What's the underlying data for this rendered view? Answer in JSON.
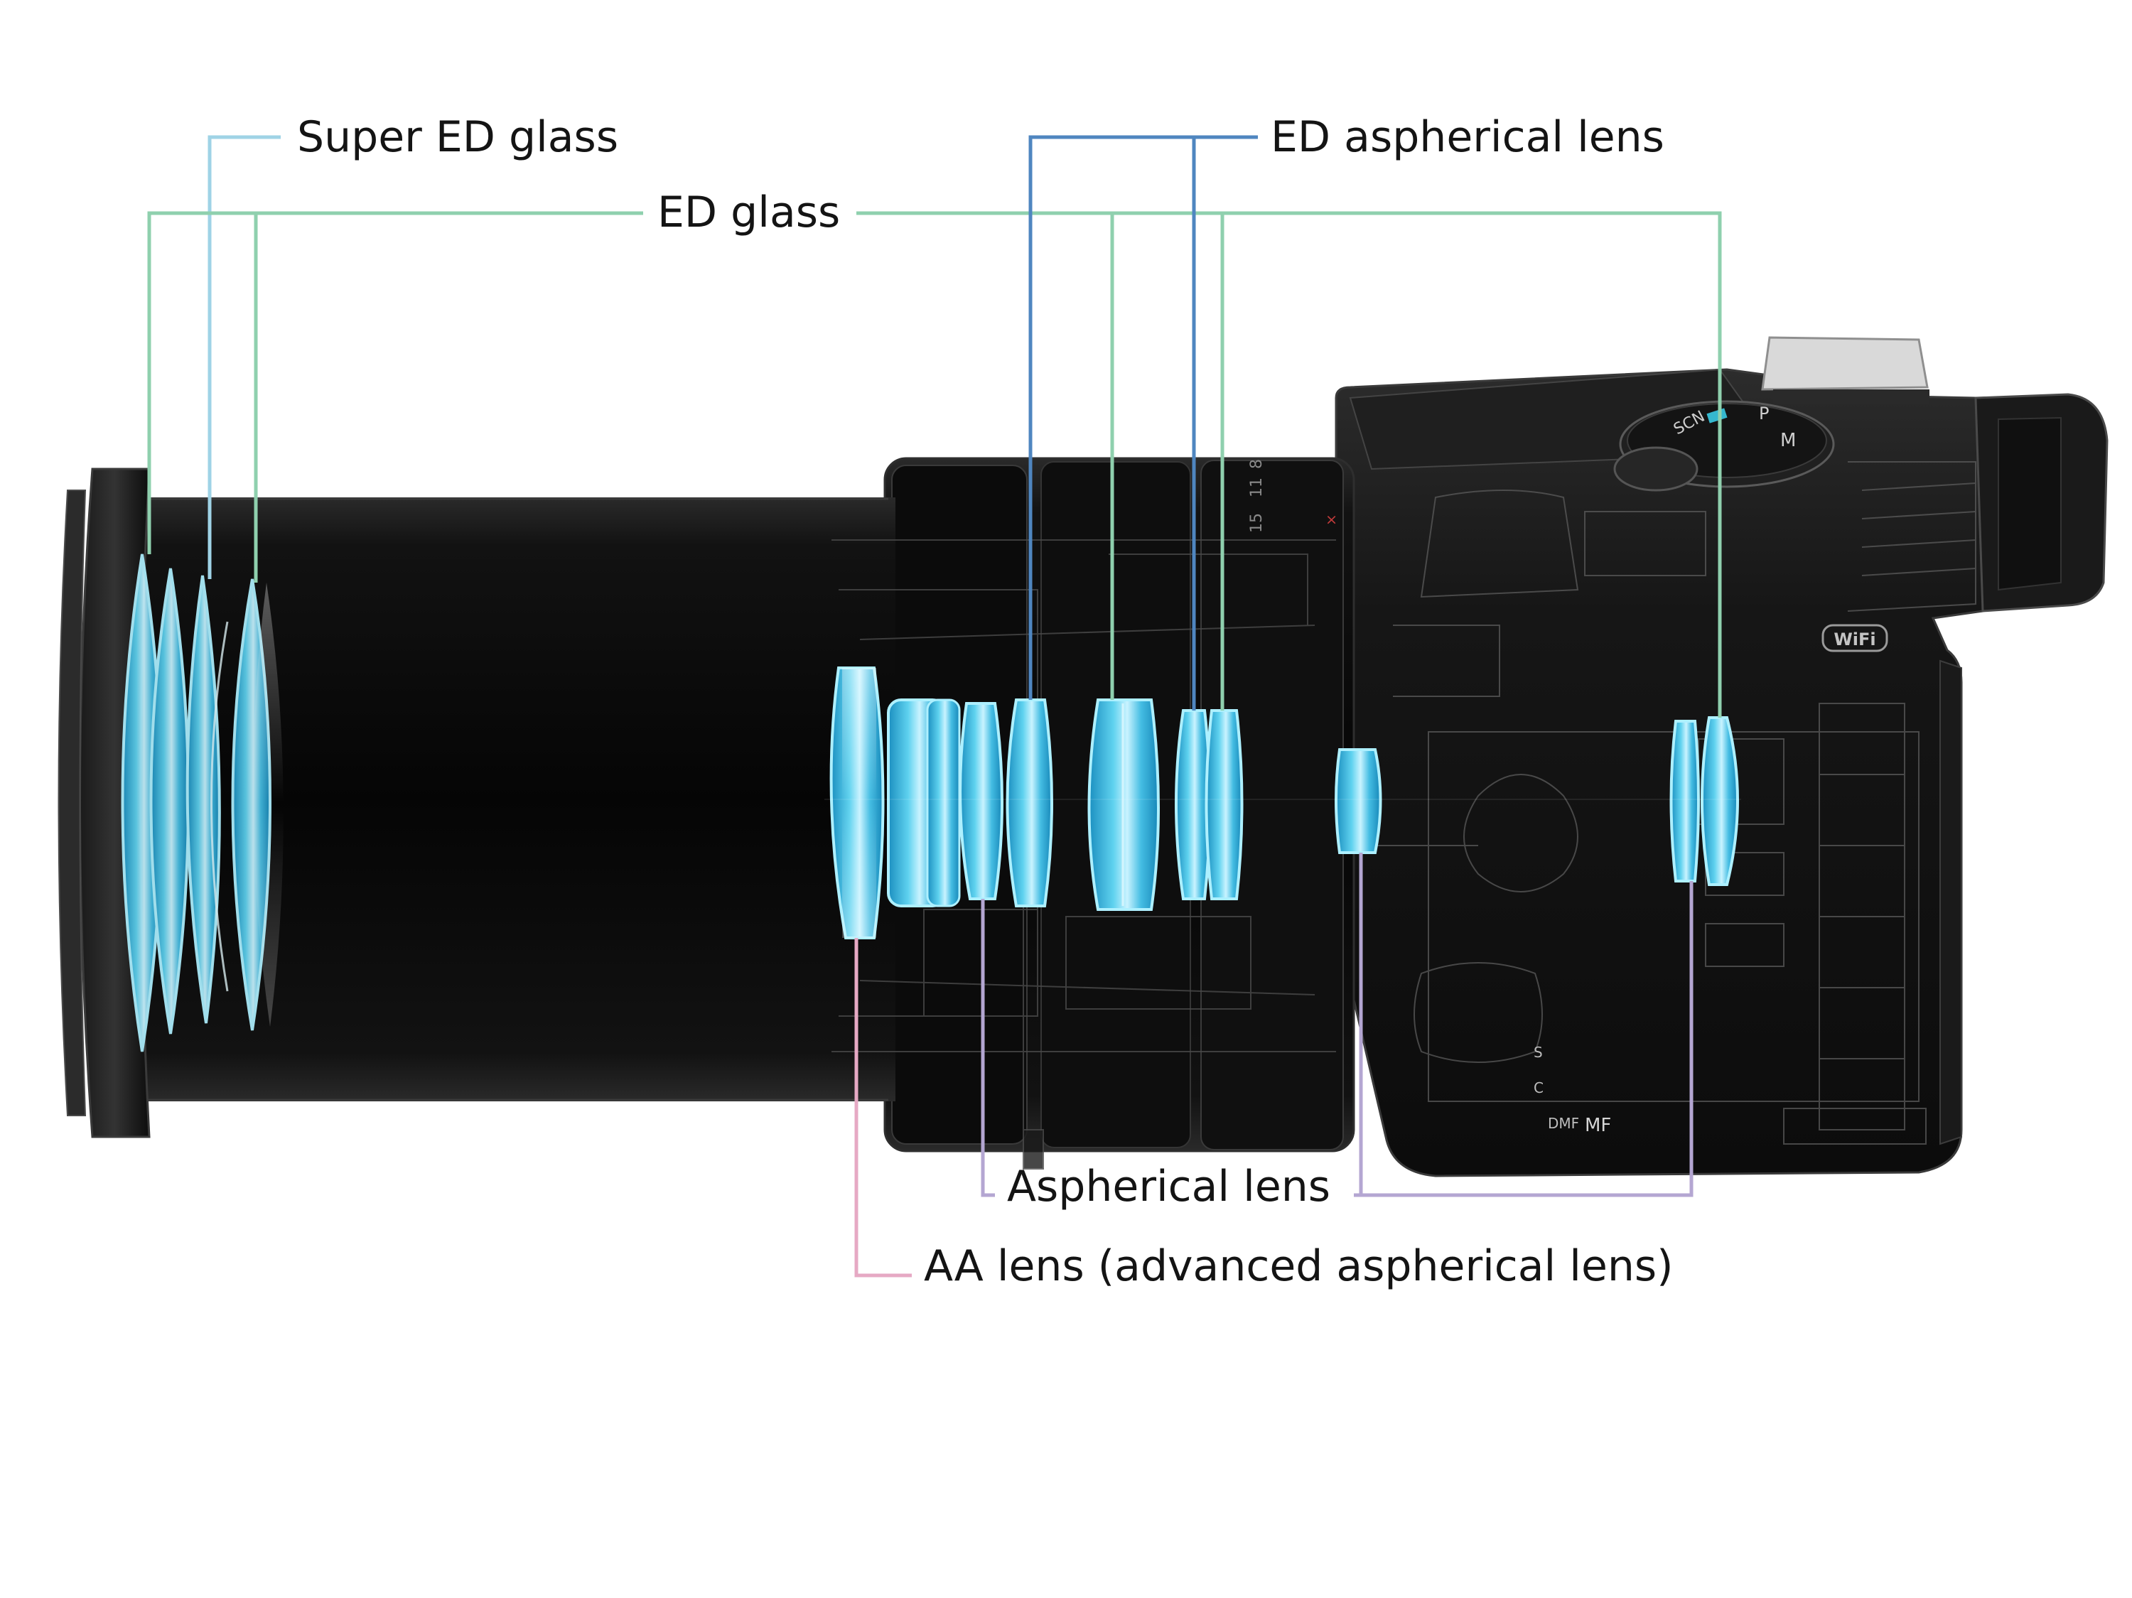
{
  "labels": {
    "super_ed_glass": "Super ED glass",
    "ed_glass": "ED glass",
    "ed_aspherical_lens": "ED aspherical lens",
    "aspherical_lens": "Aspherical lens",
    "aa_lens": "AA lens (advanced aspherical lens)"
  },
  "camera_markings": {
    "wifi": "WiFi",
    "mode_scn": "SCN",
    "mode_m": "M",
    "mode_p": "P",
    "focus_dmf": "DMF",
    "focus_mf": "MF",
    "focus_c": "C",
    "focus_s": "S",
    "scale_8": "8",
    "scale_11": "11",
    "scale_15": "15"
  },
  "colors": {
    "super_ed_glass": "#9fd3e6",
    "ed_glass": "#8fd0ae",
    "ed_aspherical_lens": "#4f86c0",
    "aspherical_lens": "#b4a6d2",
    "aa_lens": "#e6a9c4",
    "lens_element": "#36b6dc",
    "camera_body": "#121212",
    "text": "#141414"
  }
}
